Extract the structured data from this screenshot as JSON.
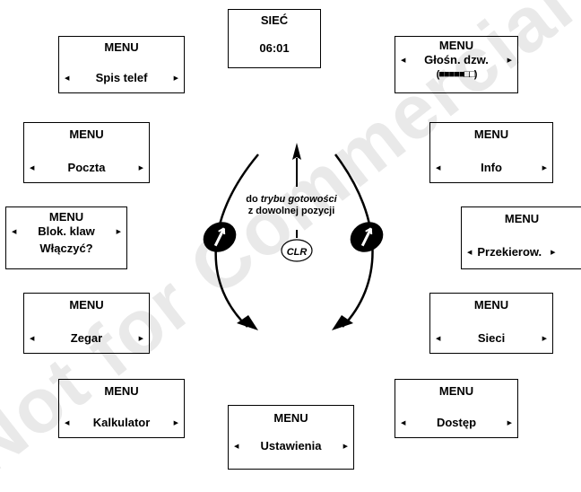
{
  "watermark": "Not for Commercial Use Siemens Mobile",
  "center_note": {
    "line1_prefix": "do ",
    "line1_italic": "trybu gotowości",
    "line2": "z dowolnej pozycji"
  },
  "clr_key": "CLR",
  "screens": {
    "siec": {
      "title": "SIEĆ",
      "value": "06:01"
    },
    "spis": {
      "title": "MENU",
      "label": "Spis telef"
    },
    "glosn": {
      "title": "MENU",
      "label": "Głośn. dzw.",
      "meter": "(■■■■■□□)"
    },
    "poczta": {
      "title": "MENU",
      "label": "Poczta"
    },
    "info": {
      "title": "MENU",
      "label": "Info"
    },
    "blok": {
      "title": "MENU",
      "label": "Blok. klaw",
      "prompt": "Włączyć?"
    },
    "przek": {
      "title": "MENU",
      "label": "Przekierow."
    },
    "zegar": {
      "title": "MENU",
      "label": "Zegar"
    },
    "sieci": {
      "title": "MENU",
      "label": "Sieci"
    },
    "kalk": {
      "title": "MENU",
      "label": "Kalkulator"
    },
    "dostep": {
      "title": "MENU",
      "label": "Dostęp"
    },
    "ustaw": {
      "title": "MENU",
      "label": "Ustawienia"
    }
  },
  "icons": {
    "left_arrow": "◀",
    "right_arrow": "▶"
  }
}
